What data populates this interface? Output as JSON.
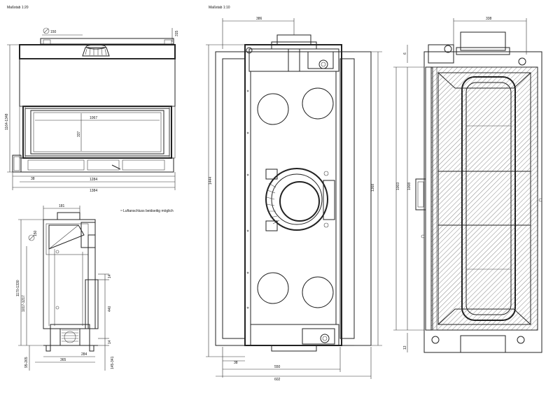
{
  "scales": {
    "left": "Maßstab 1:20",
    "middle": "Maßstab 1:10"
  },
  "note": "Luftanschluss beidseitig möglich",
  "front_view": {
    "dim_diameter": "150",
    "dim_top_right": "315",
    "dim_inner_width": "1067",
    "dim_inner_height": "337",
    "dim_left_offset": "38",
    "dim_width_a": "1284",
    "dim_width_b": "1384",
    "dim_total_height": "1164-1348"
  },
  "side_view": {
    "dim_top": "181",
    "dim_diameter": "150",
    "dim_height_a": "1170-1330",
    "dim_height_b": "1017-1217",
    "dim_14_top": "14",
    "dim_440": "440",
    "dim_14_bottom": "14",
    "dim_bottom_left": "95-265",
    "dim_365": "365",
    "dim_284": "284",
    "dim_bottom_right": "145-341"
  },
  "top_view": {
    "dim_386": "386",
    "dim_1444": "1444",
    "dim_1368": "1368",
    "dim_38": "38",
    "dim_550": "550",
    "dim_602": "602"
  },
  "section_view": {
    "dim_338": "338",
    "dim_6": "6",
    "dim_1003": "1003",
    "dim_1008": "1008",
    "dim_13": "13"
  }
}
